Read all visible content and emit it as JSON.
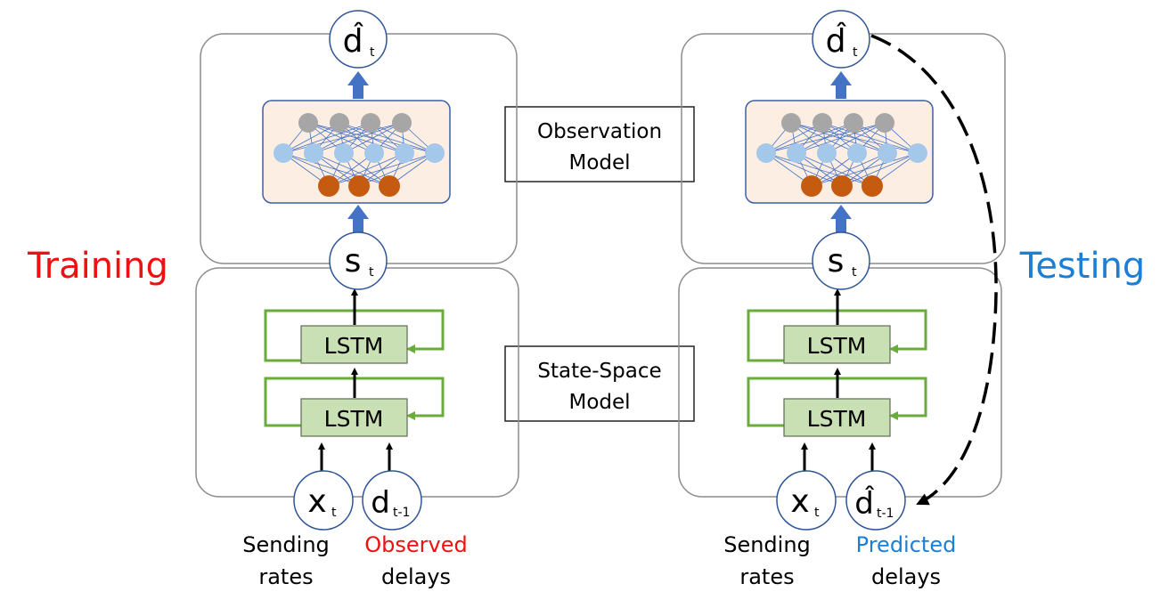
{
  "side_labels": {
    "training": "Training",
    "testing": "Testing"
  },
  "center_boxes": {
    "observation": [
      "Observation",
      "Model"
    ],
    "state_space": [
      "State-Space",
      "Model"
    ]
  },
  "lstm_label": "LSTM",
  "nodes": {
    "d_hat": {
      "main": "d̂",
      "sub": "t"
    },
    "s": {
      "main": "s",
      "sub": "t"
    },
    "x": {
      "main": "x",
      "sub": "t"
    },
    "d_prev": {
      "main": "d",
      "sub": "t-1"
    },
    "d_hat_prev": {
      "main": "d̂",
      "sub": "t-1"
    }
  },
  "captions": {
    "train_rates": [
      "Sending",
      "rates"
    ],
    "train_delays": [
      "Observed",
      "delays"
    ],
    "test_rates": [
      "Sending",
      "rates"
    ],
    "test_delays": [
      "Predicted",
      "delays"
    ]
  },
  "colors": {
    "training": "#ee1111",
    "testing": "#1a7fd6",
    "lstm_fill": "#c9e0b4",
    "lstm_border": "#5c6b52",
    "loop": "#6aab3c",
    "nn_bg": "#fdeee3",
    "nn_border": "#3d5fa8",
    "node_gray": "#a6a6a6",
    "node_blue": "#a4c8ea",
    "node_orange": "#c55a11",
    "up_arrow": "#4472c4",
    "panel_border": "#8c8c8c"
  }
}
